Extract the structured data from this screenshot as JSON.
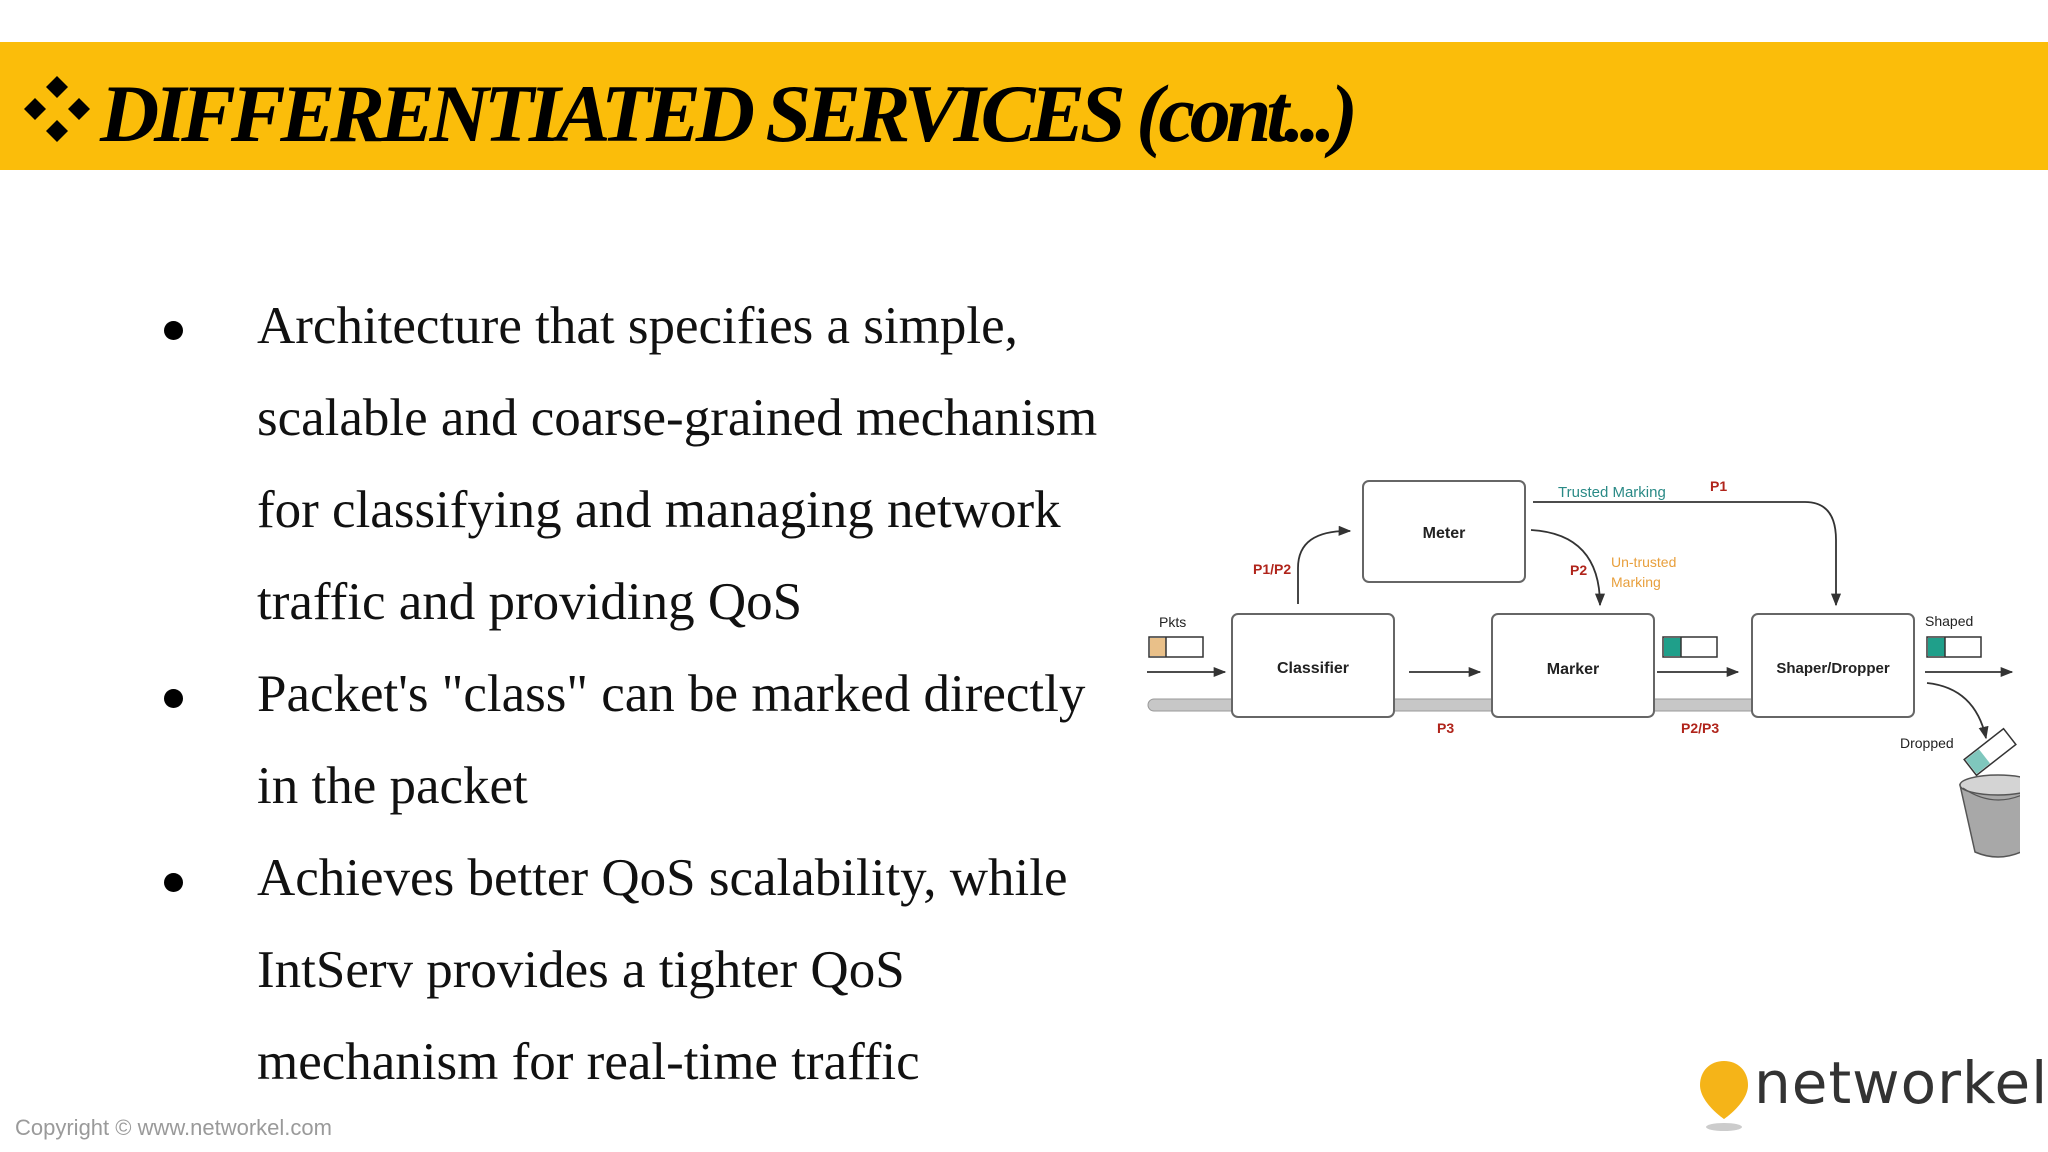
{
  "header": {
    "title": "DIFFERENTIATED SERVICES (cont...)",
    "icon": "four-diamonds-icon",
    "band_color": "#fbbd0a"
  },
  "bullets": [
    "Architecture that specifies a simple, scalable and coarse-grained mechanism for classifying and managing network traffic and providing QoS",
    "Packet's \"class\" can be marked directly in the packet",
    "Achieves better QoS scalability, while IntServ provides a tighter QoS mechanism for real-time traffic"
  ],
  "diagram": {
    "boxes": {
      "meter": "Meter",
      "classifier": "Classifier",
      "marker": "Marker",
      "shaper": "Shaper/Dropper"
    },
    "labels": {
      "pkts": "Pkts",
      "shaped": "Shaped",
      "dropped": "Dropped",
      "p1p2": "P1/P2",
      "p1": "P1",
      "p2": "P2",
      "p3": "P3",
      "p2p3": "P2/P3",
      "trusted": "Trusted Marking",
      "untrusted_1": "Un-trusted",
      "untrusted_2": "Marking"
    },
    "colors": {
      "label_red": "#b0241b",
      "trusted_teal": "#2a8a86",
      "untrusted_orange": "#e89f3c",
      "packet_tan": "#e9c089",
      "packet_teal": "#1f9f8a"
    }
  },
  "footer": {
    "copyright": "Copyright © www.networkel.com",
    "logo_text": "networkel",
    "logo_icon": "location-pin-icon"
  }
}
